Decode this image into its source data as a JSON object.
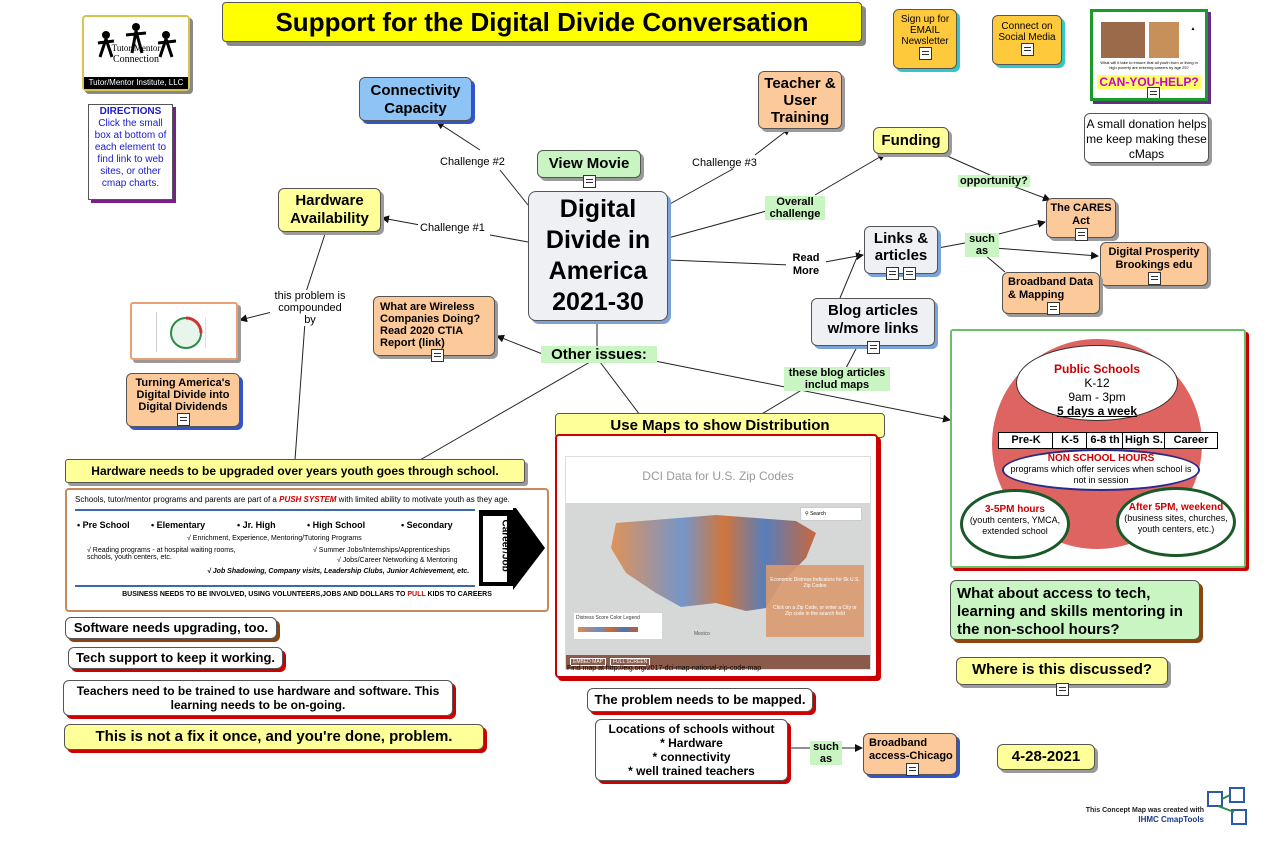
{
  "title": "Support for the Digital Divide Conversation",
  "logo": {
    "line1": "Tutor/Mentor",
    "line2": "Connection",
    "footer": "Tutor/Mentor Institute, LLC"
  },
  "directions": {
    "heading": "DIRECTIONS",
    "text": "Click the small box at bottom of each element to find link to web sites, or other cmap charts."
  },
  "newsletter": "Sign up for EMAIL Newsletter",
  "social": "Connect on Social Media",
  "donation_image": {
    "caption": "CAN-YOU-HELP?",
    "small_text": "What will it take to ensure that all youth born or living in high poverty are entering careers by age 25?"
  },
  "donation_text": "A small donation helps me keep making these cMaps",
  "center": "Digital Divide in America 2021-30",
  "nodes": {
    "connectivity": "Connectivity Capacity",
    "teacher": "Teacher & User Training",
    "view_movie": "View Movie",
    "funding": "Funding",
    "hardware": "Hardware Availability",
    "cares": "The CARES Act",
    "links": "Links & articles",
    "digital_prosperity": "Digital Prosperity Brookings edu",
    "broadband_data": "Broadband Data & Mapping",
    "blog": "Blog articles w/more links",
    "wireless": "What are Wireless Companies Doing? Read 2020 CTIA Report (link)",
    "turning": "Turning America's Digital Divide into Digital Dividends",
    "other_issues": "Other issues:",
    "use_maps": "Use Maps to show Distribution",
    "hardware_upgrade": "Hardware needs to be upgraded over years youth goes through school.",
    "software": "Software needs upgrading, too.",
    "tech_support": "Tech support to keep it working.",
    "teachers_trained": "Teachers need to be trained to use  hardware and software. This learning needs to be on-going.",
    "not_fix": "This is not a fix it once, and you're done, problem.",
    "mapped": "The problem needs to be mapped.",
    "locations": "Locations of schools without\n* Hardware\n* connectivity\n* well trained teachers",
    "broadband_chicago": "Broadband access-Chicago",
    "access_tech": "What about access to tech, learning and skills mentoring in the non-school hours?",
    "where": "Where is this discussed?",
    "date": "4-28-2021"
  },
  "link_labels": {
    "challenge2": "Challenge #2",
    "challenge3": "Challenge #3",
    "challenge1": "Challenge #1",
    "overall": "Overall challenge",
    "opportunity": "opportunity?",
    "read_more": "Read More",
    "such_as": "such as",
    "compounded": "this problem is compounded by",
    "blog_maps": "these blog articles includ maps",
    "such_as2": "such as"
  },
  "push_system": {
    "intro_a": "Schools, tutor/mentor programs and parents are part of a ",
    "intro_em": "PUSH SYSTEM",
    "intro_b": " with limited ability to motivate youth as they age.",
    "stages": [
      "• Pre School",
      "• Elementary",
      "• Jr. High",
      "• High School",
      "• Secondary"
    ],
    "line1": "√ Enrichment, Experience, Mentoring/Tutoring Programs",
    "line2a": "√ Reading programs - at hospital waiting rooms, schools, youth centers, etc.",
    "line2b": "√ Summer Jobs/Internships/Apprenticeships",
    "line3": "√ Jobs/Career Networking & Mentoring",
    "line4": "√ Job Shadowing, Company visits, Leadership Clubs, Junior Achievement, etc.",
    "arrow": "Career/Job",
    "bottom_a": "BUSINESS NEEDS TO BE INVOLVED, USING VOLUNTEERS,JOBS AND DOLLARS TO ",
    "bottom_em": "PULL",
    "bottom_b": " KIDS TO CAREERS"
  },
  "map_panel": {
    "title": "DCI Data for U.S. Zip Codes",
    "search": "Search",
    "legend": "Distress Score Color Legend",
    "info_title": "Economic Distress Indicators for 6k U.S. Zip Codes",
    "info_text": "Click on a Zip Code, or enter a City or Zip code in the search field",
    "btn1": "EMBED MAP",
    "btn2": "FULL SCREEN",
    "city": "Mexico",
    "find": "Find map at http://eig.org/2017-dci-map-national-zip-code-map"
  },
  "school_diagram": {
    "public": "Public Schools",
    "k12": "K-12",
    "hours": "9am - 3pm",
    "days": "5 days a week",
    "grades": [
      "Pre-K",
      "K-5",
      "6-8 th",
      "High S.",
      "Career"
    ],
    "non_school": "NON SCHOOL HOURS",
    "non_school_text": "programs which offer services when school is not in session",
    "left_title": "3-5PM hours",
    "left_text": "(youth centers, YMCA, extended school",
    "right_title": "After 5PM, weekend",
    "right_text": "(business sites, churches, youth centers, etc.)"
  },
  "footer": {
    "line1": "This Concept Map was created with",
    "line2": "IHMC CmapTools"
  },
  "colors": {
    "title_bg": "#ffff00",
    "orange": "#fcc99a",
    "blue": "#8ec3f5",
    "green": "#c8f5c2",
    "red_accent": "#cc0000"
  }
}
